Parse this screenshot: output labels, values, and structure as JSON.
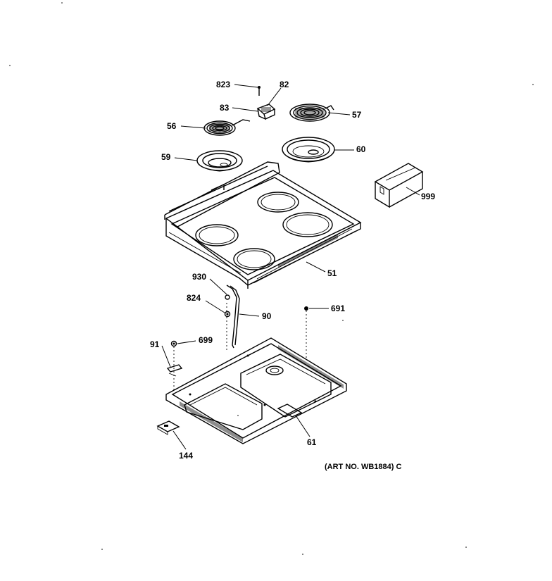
{
  "diagram": {
    "callouts": {
      "c823": "823",
      "c82": "82",
      "c83": "83",
      "c56": "56",
      "c57": "57",
      "c59": "59",
      "c60": "60",
      "c999": "999",
      "c51": "51",
      "c930": "930",
      "c824": "824",
      "c90": "90",
      "c691": "691",
      "c91": "91",
      "c699": "699",
      "c61": "61",
      "c144": "144"
    },
    "art_number": "(ART NO. WB1884) C"
  }
}
